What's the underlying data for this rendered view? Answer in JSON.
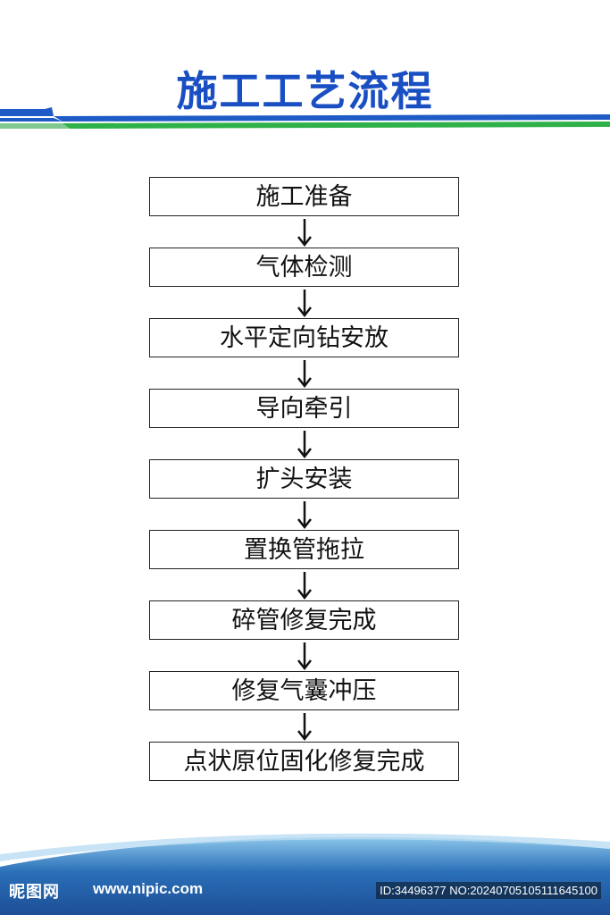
{
  "title": "施工工艺流程",
  "steps": [
    "施工准备",
    "气体检测",
    "水平定向钻安放",
    "导向牵引",
    "扩头安装",
    "置换管拖拉",
    "碎管修复完成",
    "修复气囊冲压",
    "点状原位固化修复完成"
  ],
  "watermark": {
    "logo": "昵图网",
    "url": "www.nipic.com",
    "id": "ID:34496377 NO:20240705105111645100"
  },
  "colors": {
    "title": "#1a4fc4",
    "header_blue": "#1e5bc6",
    "header_green": "#2fb14a",
    "footer_blue": "#2a6fb8",
    "footer_light": "#6bb0e0"
  }
}
